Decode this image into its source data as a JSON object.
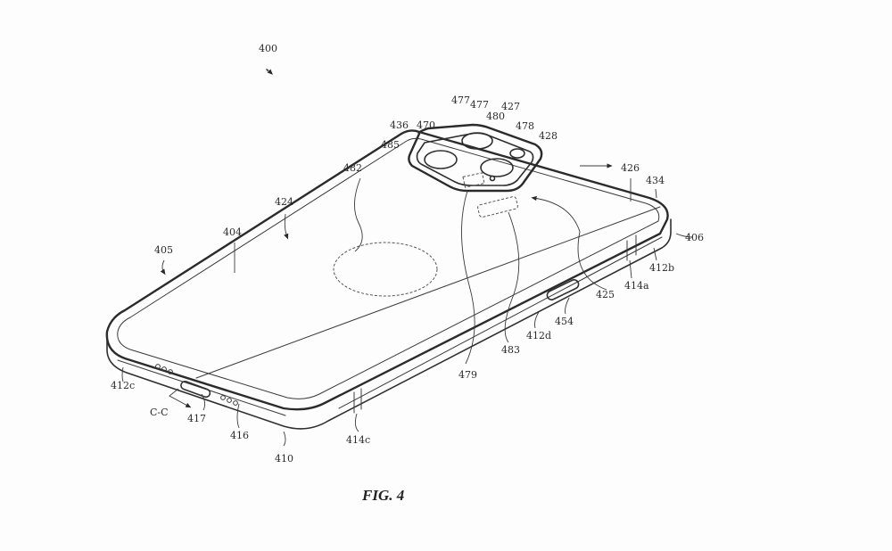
{
  "figure": {
    "caption": "FIG. 4",
    "reference_numerals": {
      "device": "400",
      "back_cover": "404",
      "housing_side": "405",
      "housing_side_right": "406",
      "housing_bottom": "410",
      "side_segment_b": "412b",
      "side_segment_c": "412c",
      "side_segment_d": "412d",
      "joint_a": "414a",
      "joint_c": "414c",
      "speaker_holes": "416",
      "port": "417",
      "rear_surface": "424",
      "region_425": "425",
      "region_426": "426",
      "camera_boundary": "427",
      "camera_edge": "428",
      "corner_434": "434",
      "camera_bump": "436",
      "button": "454",
      "camera_module": "470",
      "lens_a": "477",
      "lens_b": "477",
      "flash": "478",
      "connector_479": "479",
      "sensor_480": "480",
      "coil": "482",
      "connector_483": "483",
      "camera_trim": "485"
    },
    "section_label": "C-C"
  }
}
